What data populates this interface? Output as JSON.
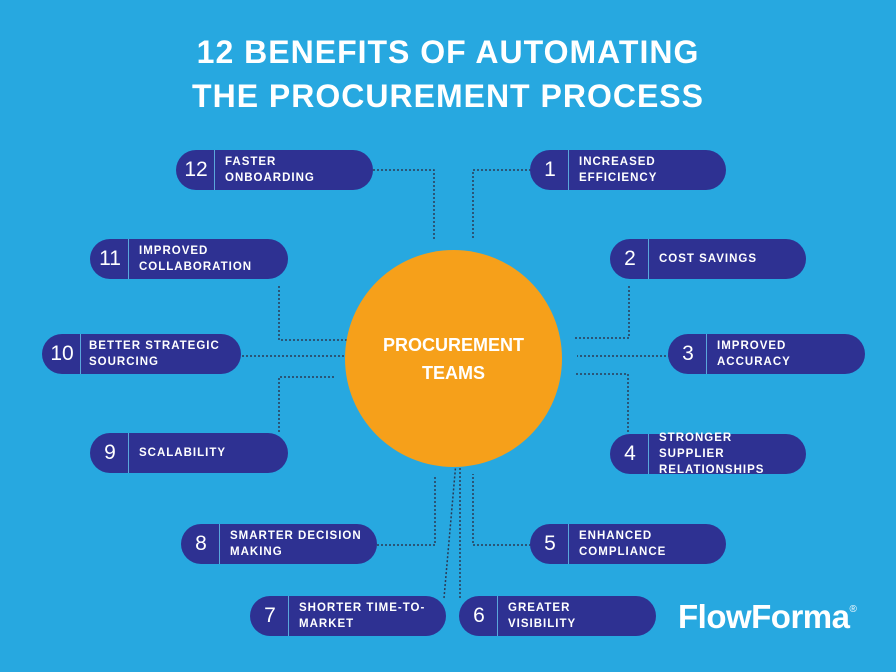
{
  "title": {
    "line1": "12 BENEFITS OF AUTOMATING",
    "line2": "THE PROCUREMENT PROCESS"
  },
  "hub": {
    "line1": "PROCUREMENT",
    "line2": "TEAMS"
  },
  "benefits": [
    {
      "number": "1",
      "label": "INCREASED EFFICIENCY"
    },
    {
      "number": "2",
      "label": "COST SAVINGS"
    },
    {
      "number": "3",
      "label": "IMPROVED ACCURACY"
    },
    {
      "number": "4",
      "label": "STRONGER SUPPLIER RELATIONSHIPS"
    },
    {
      "number": "5",
      "label": "ENHANCED COMPLIANCE"
    },
    {
      "number": "6",
      "label": "GREATER VISIBILITY"
    },
    {
      "number": "7",
      "label": "SHORTER TIME-TO-MARKET"
    },
    {
      "number": "8",
      "label": "SMARTER DECISION MAKING"
    },
    {
      "number": "9",
      "label": "SCALABILITY"
    },
    {
      "number": "10",
      "label": "BETTER STRATEGIC SOURCING"
    },
    {
      "number": "11",
      "label": "IMPROVED COLLABORATION"
    },
    {
      "number": "12",
      "label": "FASTER ONBOARDING"
    }
  ],
  "logo": {
    "text": "FlowForma",
    "mark": "®"
  },
  "colors": {
    "background": "#27a8e0",
    "hub": "#f6a01a",
    "pill": "#2e3192",
    "text": "#ffffff",
    "connector": "#2b3a55"
  }
}
